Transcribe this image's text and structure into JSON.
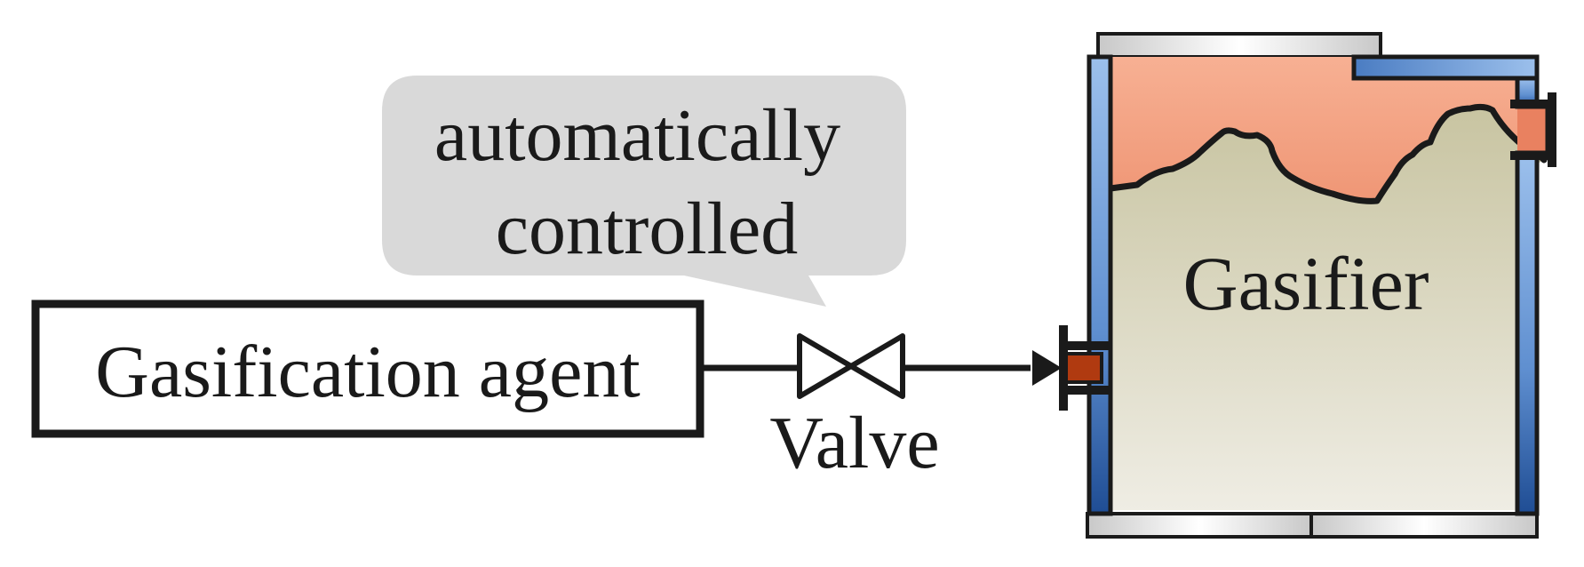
{
  "diagram": {
    "agent_box_label": "Gasification agent",
    "valve_label": "Valve",
    "callout_lines": [
      "automatically",
      "controlled"
    ],
    "gasifier_label": "Gasifier"
  },
  "colors": {
    "stroke": "#1a1a1a",
    "callout_fill": "#d9d9d9",
    "wall_blue_light": "#8fb6e6",
    "wall_blue_dark": "#2a5aa0",
    "gas_top": "#f5a98a",
    "gas_bottom": "#e0643c",
    "bed_top": "#c9c5a3",
    "bed_bottom": "#eeece2",
    "inlet": "#b03a10"
  }
}
